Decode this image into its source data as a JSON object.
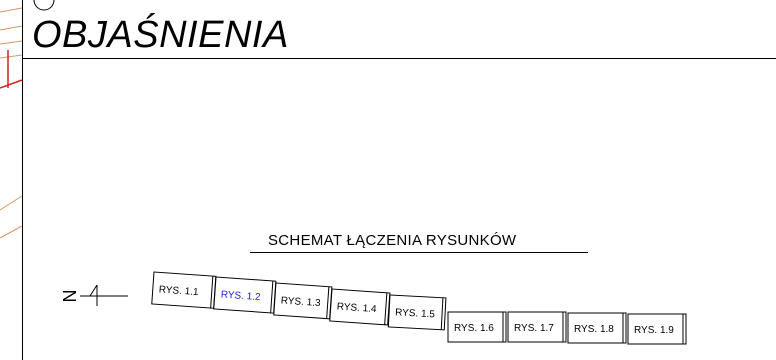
{
  "header": {
    "title": "OBJAŚNIENIA"
  },
  "scheme": {
    "title": "SCHEMAT ŁĄCZENIA RYSUNKÓW",
    "north_label": "N",
    "sheets": [
      {
        "label": "RYS. 1.1",
        "selected": false
      },
      {
        "label": "RYS. 1.2",
        "selected": true
      },
      {
        "label": "RYS. 1.3",
        "selected": false
      },
      {
        "label": "RYS. 1.4",
        "selected": false
      },
      {
        "label": "RYS. 1.5",
        "selected": false
      },
      {
        "label": "RYS. 1.6",
        "selected": false
      },
      {
        "label": "RYS. 1.7",
        "selected": false
      },
      {
        "label": "RYS. 1.8",
        "selected": false
      },
      {
        "label": "RYS. 1.9",
        "selected": false
      }
    ]
  },
  "colors": {
    "ink": "#000000",
    "selected": "#1a1ae6",
    "margin_lines": "#d9956b",
    "margin_red": "#d42020"
  }
}
